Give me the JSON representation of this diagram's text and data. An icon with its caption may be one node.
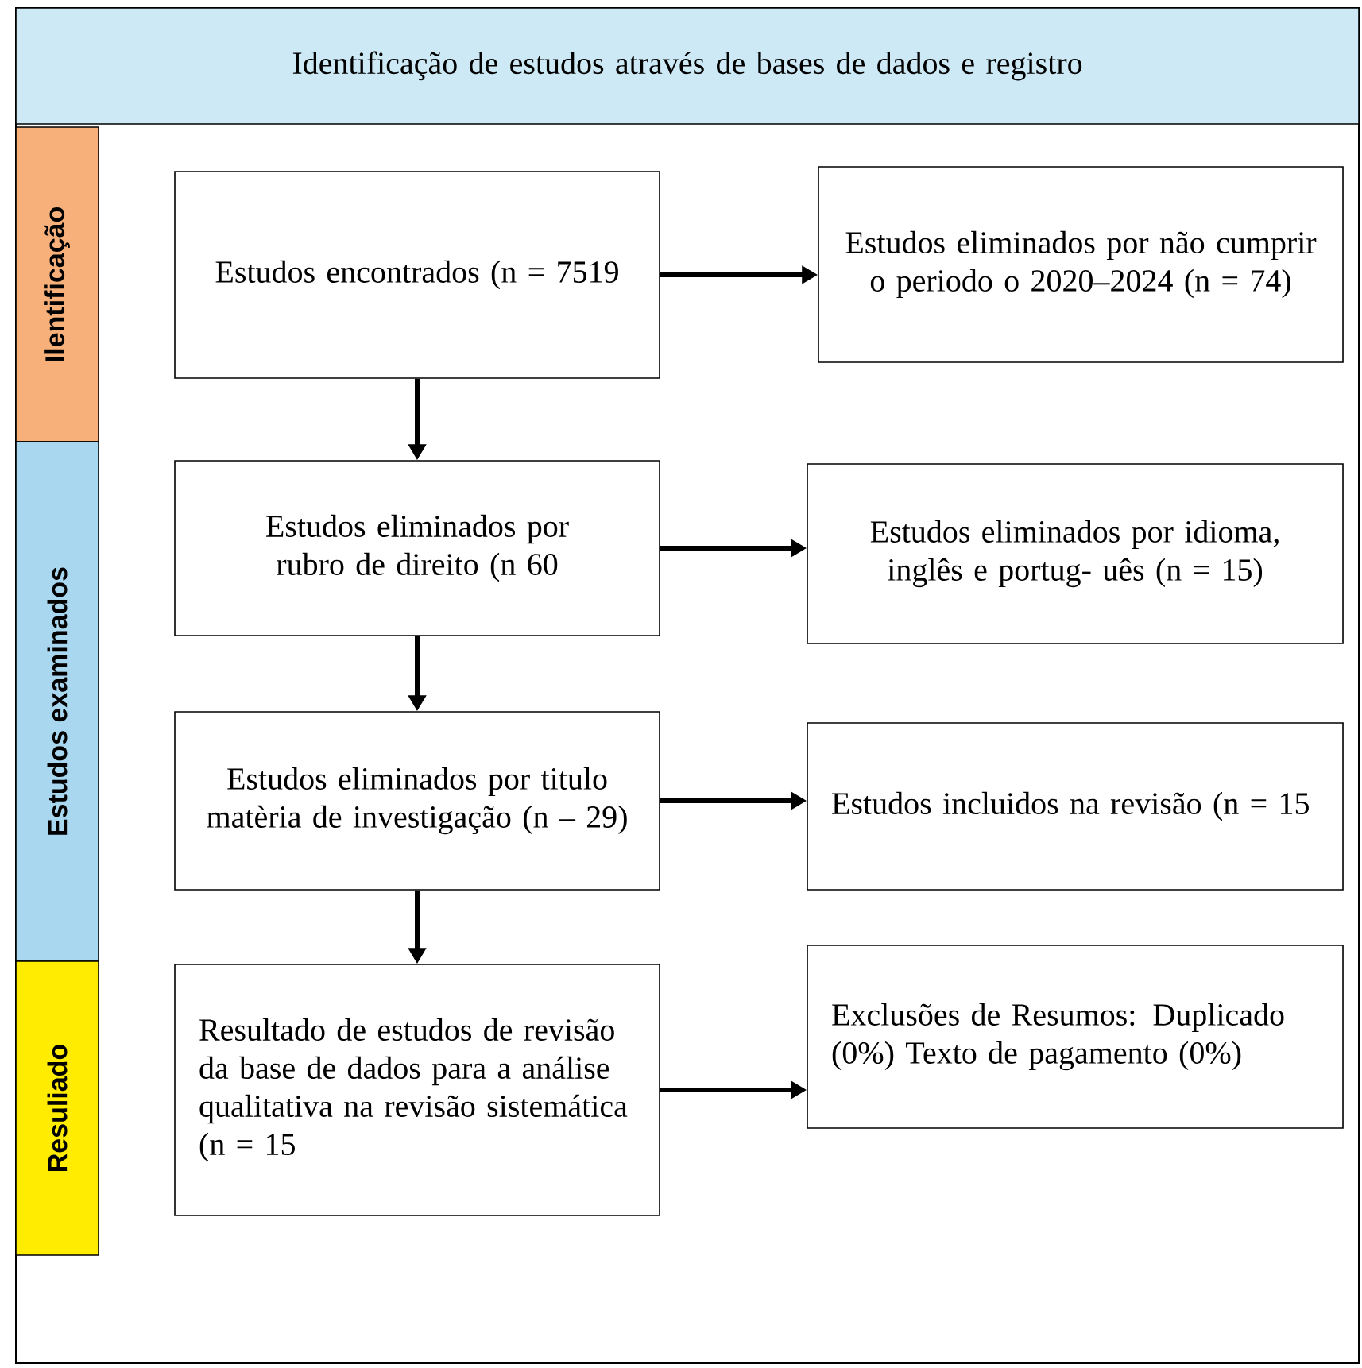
{
  "diagram": {
    "nodes": [
      {
        "text": [
          "Identificação de estudos através de bases de dados e registro"
        ]
      },
      {
        "text": [
          "Ilentificação"
        ]
      },
      {
        "text": [
          "Estudos encontrados (n = 7519"
        ]
      },
      {
        "text": [
          "Estudos eliminados por não cumprir o periodo o 2020–2024 (n = 74)"
        ]
      },
      {
        "text": [
          "Estudos examinados"
        ]
      },
      {
        "text": [
          "Estudos eliminados por rubro de direito (n 60"
        ]
      },
      {
        "text": [
          "Estudos eliminados por idioma, inglês e portug- uês (n = 15)"
        ]
      },
      {
        "text": [
          "Estudos eliminados por titulo matèria de investigação (n – 29)"
        ]
      },
      {
        "text": [
          "Estudos incluidos na revisão (n = 15"
        ]
      },
      {
        "text": [
          "Resuliado"
        ]
      },
      {
        "text": [
          "Resultado de estudos de revisão da base de dados para a análise qualitativa na revisão sistemática (n = 15"
        ]
      },
      {
        "text": [
          "Exclusões de Resumos: Duplicado (0%) Texto de pagamento (0%)"
        ]
      }
    ],
    "edges": [
      {
        "from": 2,
        "to": 3,
        "arrow": "to"
      },
      {
        "from": 2,
        "to": 5,
        "arrow": "to"
      },
      {
        "from": 5,
        "to": 6,
        "arrow": "to"
      },
      {
        "from": 5,
        "to": 7,
        "arrow": "to"
      },
      {
        "from": 7,
        "to": 8,
        "arrow": "to"
      },
      {
        "from": 7,
        "to": 10,
        "arrow": "to"
      },
      {
        "from": 10,
        "to": 11,
        "arrow": "to"
      }
    ]
  }
}
